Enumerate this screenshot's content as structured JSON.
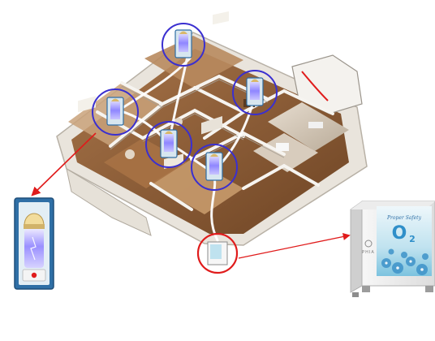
{
  "diagram": {
    "colors": {
      "floor_wood": "#8a5a33",
      "floor_light": "#c9a27a",
      "wall": "#f1efea",
      "wall_shadow": "#bdb8ad",
      "duct": "#ffffff",
      "callout_purple": "#3a2fd0",
      "callout_red": "#e01b1b",
      "device_glow": "#8f86ff"
    },
    "units": [
      {
        "name": "purifier-unit-top",
        "shape": "blue-circle"
      },
      {
        "name": "purifier-unit-right",
        "shape": "blue-circle"
      },
      {
        "name": "purifier-unit-left",
        "shape": "blue-circle"
      },
      {
        "name": "purifier-unit-center",
        "shape": "blue-circle"
      },
      {
        "name": "purifier-unit-lower",
        "shape": "blue-circle"
      },
      {
        "name": "main-unit-callout",
        "shape": "red-circle"
      }
    ],
    "main_unit_panel": {
      "script_line": "Proper Safety",
      "o2_letter": "O",
      "o2_subscript": "2",
      "brand": "PHIA"
    }
  }
}
